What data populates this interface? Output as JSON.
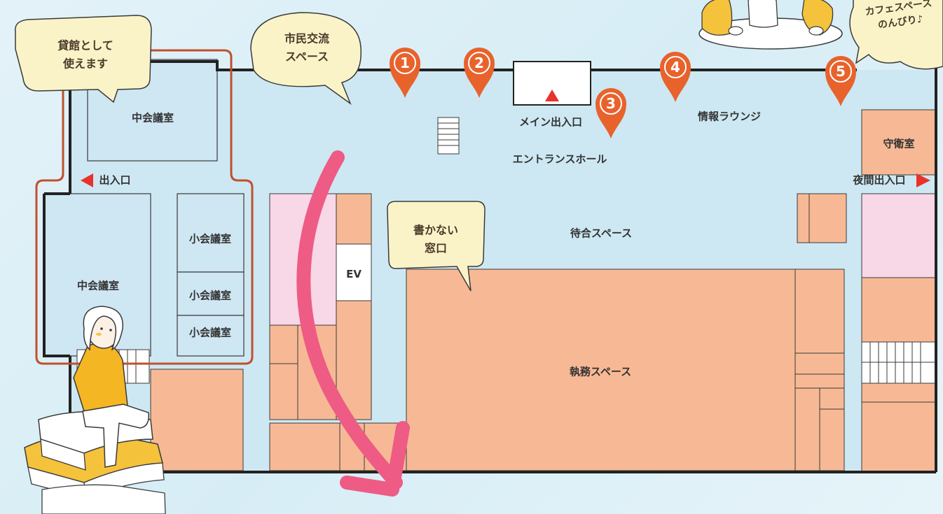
{
  "rooms": {
    "mid_meeting_top": "中会議室",
    "mid_meeting_left": "中会議室",
    "small_meeting_1": "小会議室",
    "small_meeting_2": "小会議室",
    "small_meeting_3": "小会議室",
    "ev": "EV",
    "guard_room": "守衛室",
    "work_space": "執務スペース"
  },
  "areas": {
    "main_entrance": "メイン出入口",
    "entrance_hall": "エントランスホール",
    "info_lounge": "情報ラウンジ",
    "waiting_space": "待合スペース",
    "side_entrance": "出入口",
    "night_entrance": "夜間出入口"
  },
  "bubbles": {
    "rental_line1": "貸館として",
    "rental_line2": "使えます",
    "citizen_line1": "市民交流",
    "citizen_line2": "スペース",
    "counter_line1": "書かない",
    "counter_line2": "窓口",
    "cafe_line1": "カフェスペース",
    "cafe_line2": "のんびり♪"
  },
  "pins": [
    "1",
    "2",
    "3",
    "4",
    "5"
  ],
  "colors": {
    "background": "#dff0f7",
    "floor": "#cde8f2",
    "office": "#f7b995",
    "pink_room": "#f8d7e6",
    "wall": "#222222",
    "rental_outline": "#c0502e",
    "pin": "#e8622c",
    "arrow": "#ee5b84",
    "marker": "#e8322a",
    "bubble_fill": "#fbf3c8"
  }
}
